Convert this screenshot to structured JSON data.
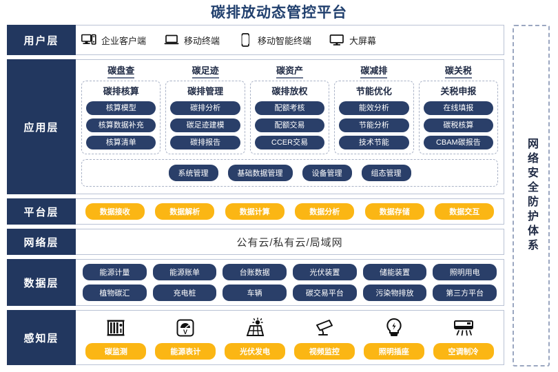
{
  "title": "碳排放动态管控平台",
  "colors": {
    "navy": "#22375f",
    "pill_navy": "#2a3f69",
    "amber": "#fbb614",
    "title_blue": "#21406e"
  },
  "layers": {
    "user": {
      "label": "用户层",
      "items": [
        {
          "icon": "desktop-tower-icon",
          "label": "企业客户端"
        },
        {
          "icon": "laptop-icon",
          "label": "移动终端"
        },
        {
          "icon": "smartphone-icon",
          "label": "移动智能终端"
        },
        {
          "icon": "monitor-icon",
          "label": "大屏幕"
        }
      ]
    },
    "application": {
      "label": "应用层",
      "columns": [
        {
          "head": "碳盘查",
          "sub": "碳排核算",
          "items": [
            "核算模型",
            "核算数据补充",
            "核算清单"
          ]
        },
        {
          "head": "碳足迹",
          "sub": "碳排管理",
          "items": [
            "碳排分析",
            "碳足迹建模",
            "碳排报告"
          ]
        },
        {
          "head": "碳资产",
          "sub": "碳排放权",
          "items": [
            "配额考核",
            "配额交易",
            "CCER交易"
          ]
        },
        {
          "head": "碳减排",
          "sub": "节能优化",
          "items": [
            "能效分析",
            "节能分析",
            "技术节能"
          ]
        },
        {
          "head": "碳关税",
          "sub": "关税申报",
          "items": [
            "在线填报",
            "碳税核算",
            "CBAM碳报告"
          ]
        }
      ],
      "bottom_items": [
        "系统管理",
        "基础数据管理",
        "设备管理",
        "组态管理"
      ]
    },
    "platform": {
      "label": "平台层",
      "items": [
        "数据接收",
        "数据解析",
        "数据计算",
        "数据分析",
        "数据存储",
        "数据交互"
      ]
    },
    "network": {
      "label": "网络层",
      "text": "公有云/私有云/局域网"
    },
    "data": {
      "label": "数据层",
      "row1": [
        "能源计量",
        "能源账单",
        "台账数据",
        "光伏装置",
        "储能装置",
        "照明用电"
      ],
      "row2": [
        "植物碳汇",
        "充电桩",
        "车辆",
        "碳交易平台",
        "污染物排放",
        "第三方平台"
      ]
    },
    "sense": {
      "label": "感知层",
      "items": [
        {
          "icon": "rack-cabinet-icon",
          "label": "碳监测"
        },
        {
          "icon": "gauge-meter-icon",
          "label": "能源表计"
        },
        {
          "icon": "solar-panel-icon",
          "label": "光伏发电"
        },
        {
          "icon": "cctv-camera-icon",
          "label": "视频监控"
        },
        {
          "icon": "lightbulb-bolt-icon",
          "label": "照明插座"
        },
        {
          "icon": "air-conditioner-icon",
          "label": "空调制冷"
        }
      ]
    }
  },
  "security": {
    "label": "网络安全防护体系"
  }
}
